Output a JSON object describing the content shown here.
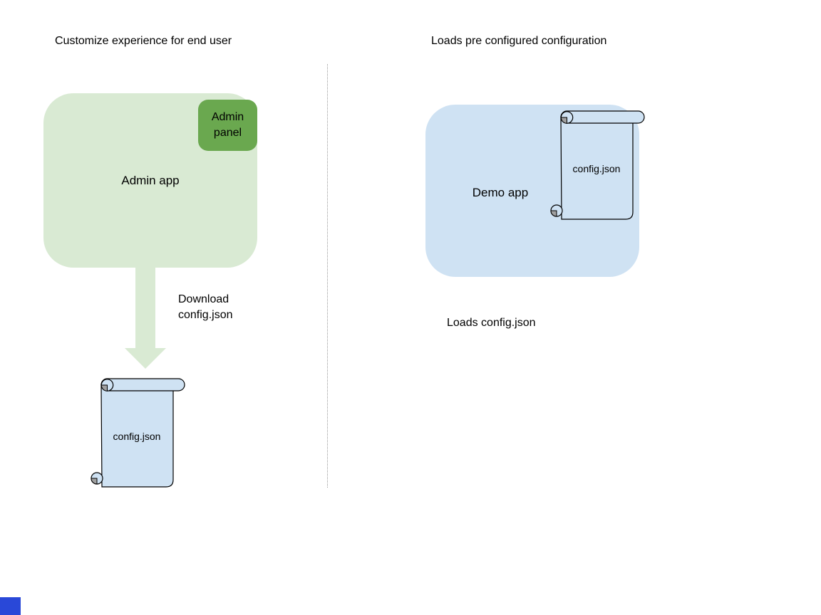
{
  "left": {
    "title": "Customize experience for end user",
    "admin_app_label": "Admin app",
    "admin_panel_label": "Admin panel",
    "arrow_label_line1": "Download",
    "arrow_label_line2": "config.json",
    "scroll_label": "config.json"
  },
  "right": {
    "title": "Loads pre configured configuration",
    "demo_app_label": "Demo app",
    "scroll_label": "config.json",
    "caption": "Loads config.json"
  },
  "colors": {
    "light_green": "#d9ead3",
    "dark_green": "#6aa84f",
    "light_blue": "#cfe2f3",
    "curl_gray": "#a0a0a0",
    "divider_gray": "#999999",
    "corner_square_blue": "#2948d8",
    "text": "#000000"
  }
}
